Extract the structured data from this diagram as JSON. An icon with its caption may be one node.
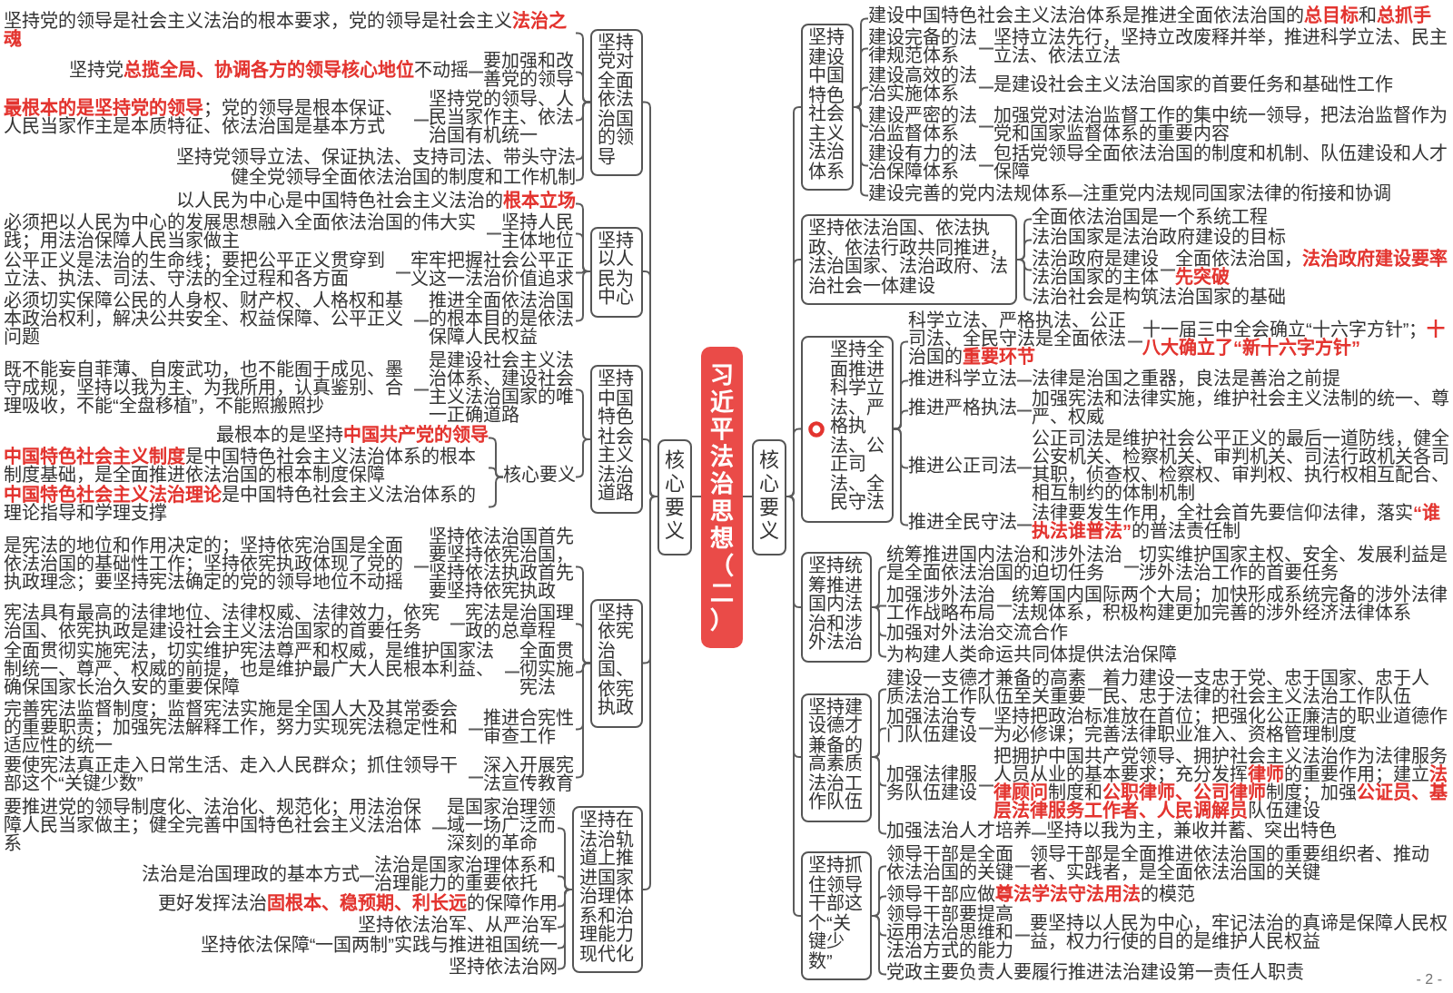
{
  "diagram": {
    "nodes": [
      {
        "text": [
          "习近平法治思想（二）"
        ]
      },
      {
        "text": [
          "核心要义"
        ]
      },
      {
        "text": [
          "坚持党对全面依法治国的领导"
        ]
      },
      {
        "text": [
          "坚持党的领导是社会主义法治的根本要求，党的领导是社会主义**法治之魂**"
        ]
      },
      {
        "text": [
          "要加强和改善党的领导"
        ]
      },
      {
        "text": [
          "坚持党**总揽全局、协调各方的领导核心地位**不动摇"
        ]
      },
      {
        "text": [
          "坚持党的领导、人民当家作主、依法治国有机统一"
        ]
      },
      {
        "text": [
          "**最根本的是坚持党的领导**；党的领导是根本保证、人民当家作主是本质特征、依法治国是基本方式"
        ]
      },
      {
        "text": [
          "坚持党领导立法、保证执法、支持司法、带头守法"
        ]
      },
      {
        "text": [
          "健全党领导全面依法治国的制度和工作机制"
        ]
      },
      {
        "text": [
          "坚持以人民为中心"
        ]
      },
      {
        "text": [
          "以人民为中心是中国特色社会主义法治的**根本立场**"
        ]
      },
      {
        "text": [
          "坚持人民主体地位"
        ]
      },
      {
        "text": [
          "必须把以人民为中心的发展思想融入全面依法治国的伟大实践；用法治保障人民当家做主"
        ]
      },
      {
        "text": [
          "牢牢把握社会公平正义这一法治价值追求"
        ]
      },
      {
        "text": [
          "公平正义是法治的生命线；要把公平正义贯穿到立法、执法、司法、守法的全过程和各方面"
        ]
      },
      {
        "text": [
          "推进全面依法治国的根本目的是依法保障人民权益"
        ]
      },
      {
        "text": [
          "必须切实保障公民的人身权、财产权、人格权和基本政治权利，解决公共安全、权益保障、公平正义问题"
        ]
      },
      {
        "text": [
          "坚持中国特色社会主义法治道路"
        ]
      },
      {
        "text": [
          "是建设社会主义法治体系、建设社会主义法治国家的唯一正确道路"
        ]
      },
      {
        "text": [
          "既不能妄自菲薄、自废武功，也不能囿于成见、墨守成规，坚持以我为主、为我所用，认真鉴别、合理吸收，不能“全盘移植”，不能照搬照抄"
        ]
      },
      {
        "text": [
          "核心要义"
        ]
      },
      {
        "text": [
          "最根本的是坚持**中国共产党的领导**"
        ]
      },
      {
        "text": [
          "**中国特色社会主义制度**是中国特色社会主义法治体系的根本制度基础，是全面推进依法治国的根本制度保障"
        ]
      },
      {
        "text": [
          "**中国特色社会主义法治理论**是中国特色社会主义法治体系的理论指导和学理支撑"
        ]
      },
      {
        "text": [
          "坚持依宪治国、依宪执政"
        ]
      },
      {
        "text": [
          "坚持依法治国首先要坚持依宪治国，坚持依法执政首先要坚持依宪执政"
        ]
      },
      {
        "text": [
          "是宪法的地位和作用决定的；坚持依宪治国是全面依法治国的基础性工作；坚持依宪执政体现了党的执政理念；要坚持宪法确定的党的领导地位不动摇"
        ]
      },
      {
        "text": [
          "宪法是治国理政的总章程"
        ]
      },
      {
        "text": [
          "宪法具有最高的法律地位、法律权威、法律效力，依宪治国、依宪执政是建设社会主义法治国家的首要任务"
        ]
      },
      {
        "text": [
          "全面贯彻实施宪法"
        ]
      },
      {
        "text": [
          "全面贯彻实施宪法，切实维护宪法尊严和权威，是维护国家法制统一、尊严、权威的前提，也是维护最广大人民根本利益、确保国家长治久安的重要保障"
        ]
      },
      {
        "text": [
          "推进合宪性审查工作"
        ]
      },
      {
        "text": [
          "完善宪法监督制度；监督宪法实施是全国人大及其常委会的重要职责；加强宪法解释工作，努力实现宪法稳定性和适应性的统一"
        ]
      },
      {
        "text": [
          "深入开展宪法宣传教育"
        ]
      },
      {
        "text": [
          "要使宪法真正走入日常生活、走入人民群众；抓住领导干部这个“关键少数”"
        ]
      },
      {
        "text": [
          "坚持在法治轨道上推进国家治理体系和治理能力现代化"
        ]
      },
      {
        "text": [
          "是国家治理领域一场广泛而深刻的革命"
        ]
      },
      {
        "text": [
          "要推进党的领导制度化、法治化、规范化；用法治保障人民当家做主；健全完善中国特色社会主义法治体系"
        ]
      },
      {
        "text": [
          "法治是国家治理体系和治理能力的重要依托"
        ]
      },
      {
        "text": [
          "法治是治国理政的基本方式"
        ]
      },
      {
        "text": [
          "更好发挥法治**固根本、稳预期、利长远**的保障作用"
        ]
      },
      {
        "text": [
          "坚持依法治军、从严治军"
        ]
      },
      {
        "text": [
          "坚持依法保障“一国两制”实践与推进祖国统一"
        ]
      },
      {
        "text": [
          "坚持依法治网"
        ]
      },
      {
        "text": [
          "核心要义"
        ]
      },
      {
        "text": [
          "坚持建设中国特色社会主义法治体系"
        ]
      },
      {
        "text": [
          "建设中国特色社会主义法治体系是推进全面依法治国的**总目标**和**总抓手**"
        ]
      },
      {
        "text": [
          "建设完备的法律规范体系"
        ]
      },
      {
        "text": [
          "坚持立法先行，坚持立改废释并举，推进科学立法、民主立法、依法立法"
        ]
      },
      {
        "text": [
          "建设高效的法治实施体系"
        ]
      },
      {
        "text": [
          "是建设社会主义法治国家的首要任务和基础性工作"
        ]
      },
      {
        "text": [
          "建设严密的法治监督体系"
        ]
      },
      {
        "text": [
          "加强党对法治监督工作的集中统一领导，把法治监督作为党和国家监督体系的重要内容"
        ]
      },
      {
        "text": [
          "建设有力的法治保障体系"
        ]
      },
      {
        "text": [
          "包括党领导全面依法治国的制度和机制、队伍建设和人才保障"
        ]
      },
      {
        "text": [
          "建设完善的党内法规体系"
        ]
      },
      {
        "text": [
          "注重党内法规同国家法律的衔接和协调"
        ]
      },
      {
        "text": [
          "坚持依法治国、依法执政、依法行政共同推进，法治国家、法治政府、法治社会一体建设"
        ]
      },
      {
        "text": [
          "全面依法治国是一个系统工程"
        ]
      },
      {
        "text": [
          "法治国家是法治政府建设的目标"
        ]
      },
      {
        "text": [
          "法治政府是建设法治国家的主体"
        ]
      },
      {
        "text": [
          "全面依法治国，**法治政府建设要率先突破**"
        ]
      },
      {
        "text": [
          "法治社会是构筑法治国家的基础"
        ]
      },
      {
        "text": [
          "坚持全面推进科学立法、严格执法、公正司法、全民守法"
        ]
      },
      {
        "text": [
          "科学立法、严格执法、公正司法、全民守法是全面依法治国的**重要环节**"
        ]
      },
      {
        "text": [
          "十一届三中全会确立“十六字方针”；**十八大确立了“新十六字方针”**"
        ]
      },
      {
        "text": [
          "推进科学立法"
        ]
      },
      {
        "text": [
          "法律是治国之重器，良法是善治之前提"
        ]
      },
      {
        "text": [
          "推进严格执法"
        ]
      },
      {
        "text": [
          "加强宪法和法律实施，维护社会主义法制的统一、尊严、权威"
        ]
      },
      {
        "text": [
          "推进公正司法"
        ]
      },
      {
        "text": [
          "公正司法是维护社会公平正义的最后一道防线，健全公安机关、检察机关、审判机关、司法行政机关各司其职，侦查权、检察权、审判权、执行权相互配合、相互制约的体制机制"
        ]
      },
      {
        "text": [
          "推进全民守法"
        ]
      },
      {
        "text": [
          "法律要发生作用，全社会首先要信仰法律，落实**“谁执法谁普法”**的普法责任制"
        ]
      },
      {
        "text": [
          "坚持统筹推进国内法治和涉外法治"
        ]
      },
      {
        "text": [
          "统筹推进国内法治和涉外法治是全面依法治国的迫切任务"
        ]
      },
      {
        "text": [
          "切实维护国家主权、安全、发展利益是涉外法治工作的首要任务"
        ]
      },
      {
        "text": [
          "加强涉外法治工作战略布局"
        ]
      },
      {
        "text": [
          "统筹国内国际两个大局；加快形成系统完备的涉外法律法规体系，积极构建更加完善的涉外经济法律体系"
        ]
      },
      {
        "text": [
          "加强对外法治交流合作"
        ]
      },
      {
        "text": [
          "为构建人类命运共同体提供法治保障"
        ]
      },
      {
        "text": [
          "坚持建设德才兼备的高素质法治工作队伍"
        ]
      },
      {
        "text": [
          "建设一支德才兼备的高素质法治工作队伍至关重要"
        ]
      },
      {
        "text": [
          "着力建设一支忠于党、忠于国家、忠于人民、忠于法律的社会主义法治工作队伍"
        ]
      },
      {
        "text": [
          "加强法治专门队伍建设"
        ]
      },
      {
        "text": [
          "坚持把政治标准放在首位；把强化公正廉洁的职业道德作为必修课；完善法律职业准入、资格管理制度"
        ]
      },
      {
        "text": [
          "加强法律服务队伍建设"
        ]
      },
      {
        "text": [
          "把拥护中国共产党领导、拥护社会主义法治作为法律服务人员从业的基本要求；充分发挥**律师**的重要作用；建立**法律顾问**制度和**公职律师、公司律师**制度；加强**公证员、基层法律服务工作者、人民调解员**队伍建设"
        ]
      },
      {
        "text": [
          "加强法治人才培养"
        ]
      },
      {
        "text": [
          "坚持以我为主，兼收并蓄、突出特色"
        ]
      },
      {
        "text": [
          "坚持抓住领导干部这个“关键少数”"
        ]
      },
      {
        "text": [
          "领导干部是全面依法治国的关键"
        ]
      },
      {
        "text": [
          "领导干部是全面推进依法治国的重要组织者、推动者、实践者，是全面依法治国的关键"
        ]
      },
      {
        "text": [
          "领导干部应做**尊法学法守法用法**的模范"
        ]
      },
      {
        "text": [
          "领导干部要提高运用法治思维和法治方式的能力"
        ]
      },
      {
        "text": [
          "要坚持以人民为中心，牢记法治的真谛是保障人民权益，权力行使的目的是维护人民权益"
        ]
      },
      {
        "text": [
          "党政主要负责人要履行推进法治建设第一责任人职责"
        ]
      }
    ],
    "edges": [
      {
        "from": 0,
        "to": 1,
        "arrow": "none"
      },
      {
        "from": 1,
        "to": 2,
        "arrow": "none"
      },
      {
        "from": 2,
        "to": 3,
        "arrow": "none"
      },
      {
        "from": 2,
        "to": 4,
        "arrow": "none"
      },
      {
        "from": 4,
        "to": 5,
        "arrow": "none"
      },
      {
        "from": 2,
        "to": 6,
        "arrow": "none"
      },
      {
        "from": 6,
        "to": 7,
        "arrow": "none"
      },
      {
        "from": 2,
        "to": 8,
        "arrow": "none"
      },
      {
        "from": 2,
        "to": 9,
        "arrow": "none"
      },
      {
        "from": 1,
        "to": 10,
        "arrow": "none"
      },
      {
        "from": 10,
        "to": 11,
        "arrow": "none"
      },
      {
        "from": 10,
        "to": 12,
        "arrow": "none"
      },
      {
        "from": 12,
        "to": 13,
        "arrow": "none"
      },
      {
        "from": 10,
        "to": 14,
        "arrow": "none"
      },
      {
        "from": 14,
        "to": 15,
        "arrow": "none"
      },
      {
        "from": 10,
        "to": 16,
        "arrow": "none"
      },
      {
        "from": 16,
        "to": 17,
        "arrow": "none"
      },
      {
        "from": 1,
        "to": 18,
        "arrow": "none"
      },
      {
        "from": 18,
        "to": 19,
        "arrow": "none"
      },
      {
        "from": 19,
        "to": 20,
        "arrow": "none"
      },
      {
        "from": 18,
        "to": 21,
        "arrow": "none"
      },
      {
        "from": 21,
        "to": 22,
        "arrow": "none"
      },
      {
        "from": 21,
        "to": 23,
        "arrow": "none"
      },
      {
        "from": 21,
        "to": 24,
        "arrow": "none"
      },
      {
        "from": 1,
        "to": 25,
        "arrow": "none"
      },
      {
        "from": 25,
        "to": 26,
        "arrow": "none"
      },
      {
        "from": 26,
        "to": 27,
        "arrow": "none"
      },
      {
        "from": 25,
        "to": 28,
        "arrow": "none"
      },
      {
        "from": 28,
        "to": 29,
        "arrow": "none"
      },
      {
        "from": 25,
        "to": 30,
        "arrow": "none"
      },
      {
        "from": 30,
        "to": 31,
        "arrow": "none"
      },
      {
        "from": 25,
        "to": 32,
        "arrow": "none"
      },
      {
        "from": 32,
        "to": 33,
        "arrow": "none"
      },
      {
        "from": 25,
        "to": 34,
        "arrow": "none"
      },
      {
        "from": 34,
        "to": 35,
        "arrow": "none"
      },
      {
        "from": 1,
        "to": 36,
        "arrow": "none"
      },
      {
        "from": 36,
        "to": 37,
        "arrow": "none"
      },
      {
        "from": 37,
        "to": 38,
        "arrow": "none"
      },
      {
        "from": 36,
        "to": 39,
        "arrow": "none"
      },
      {
        "from": 39,
        "to": 40,
        "arrow": "none"
      },
      {
        "from": 36,
        "to": 41,
        "arrow": "none"
      },
      {
        "from": 36,
        "to": 42,
        "arrow": "none"
      },
      {
        "from": 36,
        "to": 43,
        "arrow": "none"
      },
      {
        "from": 36,
        "to": 44,
        "arrow": "none"
      },
      {
        "from": 0,
        "to": 45,
        "arrow": "none"
      },
      {
        "from": 45,
        "to": 46,
        "arrow": "none"
      },
      {
        "from": 46,
        "to": 47,
        "arrow": "none"
      },
      {
        "from": 46,
        "to": 48,
        "arrow": "none"
      },
      {
        "from": 48,
        "to": 49,
        "arrow": "none"
      },
      {
        "from": 46,
        "to": 50,
        "arrow": "none"
      },
      {
        "from": 50,
        "to": 51,
        "arrow": "none"
      },
      {
        "from": 46,
        "to": 52,
        "arrow": "none"
      },
      {
        "from": 52,
        "to": 53,
        "arrow": "none"
      },
      {
        "from": 46,
        "to": 54,
        "arrow": "none"
      },
      {
        "from": 54,
        "to": 55,
        "arrow": "none"
      },
      {
        "from": 46,
        "to": 56,
        "arrow": "none"
      },
      {
        "from": 56,
        "to": 57,
        "arrow": "none"
      },
      {
        "from": 45,
        "to": 58,
        "arrow": "none"
      },
      {
        "from": 58,
        "to": 59,
        "arrow": "none"
      },
      {
        "from": 58,
        "to": 60,
        "arrow": "none"
      },
      {
        "from": 58,
        "to": 61,
        "arrow": "none"
      },
      {
        "from": 61,
        "to": 62,
        "arrow": "none"
      },
      {
        "from": 58,
        "to": 63,
        "arrow": "none"
      },
      {
        "from": 45,
        "to": 64,
        "arrow": "none"
      },
      {
        "from": 64,
        "to": 65,
        "arrow": "none"
      },
      {
        "from": 65,
        "to": 66,
        "arrow": "none"
      },
      {
        "from": 64,
        "to": 67,
        "arrow": "none"
      },
      {
        "from": 67,
        "to": 68,
        "arrow": "none"
      },
      {
        "from": 64,
        "to": 69,
        "arrow": "none"
      },
      {
        "from": 69,
        "to": 70,
        "arrow": "none"
      },
      {
        "from": 64,
        "to": 71,
        "arrow": "none"
      },
      {
        "from": 71,
        "to": 72,
        "arrow": "none"
      },
      {
        "from": 64,
        "to": 73,
        "arrow": "none"
      },
      {
        "from": 73,
        "to": 74,
        "arrow": "none"
      },
      {
        "from": 45,
        "to": 75,
        "arrow": "none"
      },
      {
        "from": 75,
        "to": 76,
        "arrow": "none"
      },
      {
        "from": 76,
        "to": 77,
        "arrow": "none"
      },
      {
        "from": 75,
        "to": 78,
        "arrow": "none"
      },
      {
        "from": 78,
        "to": 79,
        "arrow": "none"
      },
      {
        "from": 75,
        "to": 80,
        "arrow": "none"
      },
      {
        "from": 75,
        "to": 81,
        "arrow": "none"
      },
      {
        "from": 45,
        "to": 82,
        "arrow": "none"
      },
      {
        "from": 82,
        "to": 83,
        "arrow": "none"
      },
      {
        "from": 83,
        "to": 84,
        "arrow": "none"
      },
      {
        "from": 82,
        "to": 85,
        "arrow": "none"
      },
      {
        "from": 85,
        "to": 86,
        "arrow": "none"
      },
      {
        "from": 82,
        "to": 87,
        "arrow": "none"
      },
      {
        "from": 87,
        "to": 88,
        "arrow": "none"
      },
      {
        "from": 82,
        "to": 89,
        "arrow": "none"
      },
      {
        "from": 89,
        "to": 90,
        "arrow": "none"
      },
      {
        "from": 45,
        "to": 91,
        "arrow": "none"
      },
      {
        "from": 91,
        "to": 92,
        "arrow": "none"
      },
      {
        "from": 92,
        "to": 93,
        "arrow": "none"
      },
      {
        "from": 91,
        "to": 94,
        "arrow": "none"
      },
      {
        "from": 91,
        "to": 95,
        "arrow": "none"
      },
      {
        "from": 95,
        "to": 96,
        "arrow": "none"
      },
      {
        "from": 91,
        "to": 97,
        "arrow": "none"
      }
    ],
    "labels": [
      "- 2 -"
    ]
  }
}
